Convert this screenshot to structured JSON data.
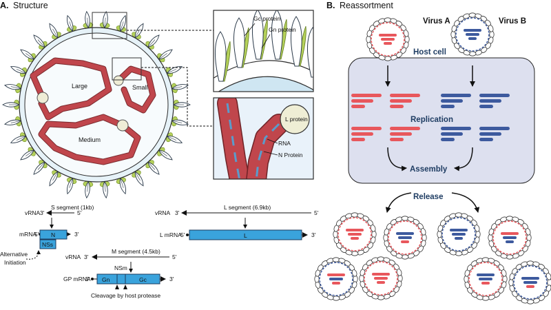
{
  "panel_a": {
    "heading": "Structure",
    "heading_letter": "A.",
    "virion_labels": {
      "large": "Large",
      "medium": "Medium",
      "small": "Small"
    },
    "inset_top": {
      "gc": "Gc protein",
      "gn": "Gn protein"
    },
    "inset_bottom": {
      "lprot": "L protein",
      "rna": "RNA",
      "nprot": "N Protein"
    },
    "s_segment": {
      "vrna": "vRNA",
      "p3": "3'",
      "p5": "5'",
      "title": "S segment (1kb)",
      "mrna": "mRNA",
      "m5": "5'",
      "m3": "3'",
      "box1": "N",
      "box2": "NSs",
      "alt": [
        "Alternative",
        "Initiation"
      ]
    },
    "l_segment": {
      "vrna": "vRNA",
      "p3": "3'",
      "p5": "5'",
      "title": "L segment (6.9kb)",
      "mrna": "L mRNA",
      "m5": "5'",
      "m3": "3'",
      "box": "L"
    },
    "m_segment": {
      "vrna": "vRNA",
      "p3": "3'",
      "p5": "5'",
      "title": "M segment (4.5kb)",
      "nsm": "NSm",
      "mrna": "GP mRNA",
      "m5": "5'",
      "m3": "3'",
      "gn": "Gn",
      "gc": "Gc",
      "cleavage": "Cleavage by host protease"
    }
  },
  "panel_b": {
    "heading": "Reassortment",
    "heading_letter": "B.",
    "virus_a": "Virus A",
    "virus_b": "Virus B",
    "host_cell": "Host cell",
    "replication": "Replication",
    "assembly": "Assembly",
    "release": "Release"
  },
  "colors": {
    "red": "#e8575c",
    "blue": "#3d5a9e",
    "cell": "#dde0ef",
    "segbox": "#3aa3dc",
    "membrane": "#a9d3ea",
    "green": "#b5d15a",
    "rnp": "#c0464c"
  }
}
